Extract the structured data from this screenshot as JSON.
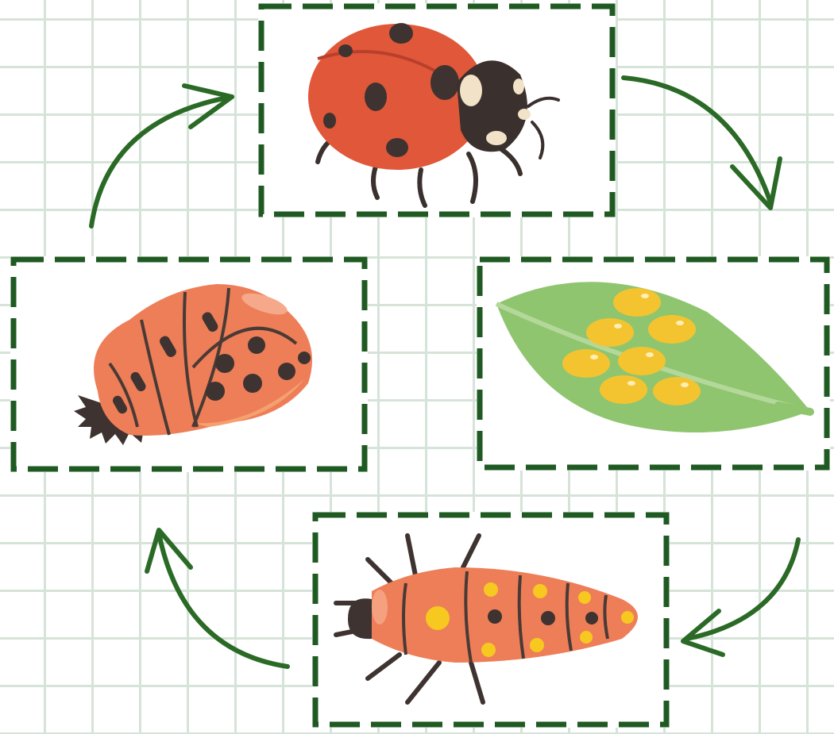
{
  "diagram": {
    "type": "life-cycle",
    "stages": [
      {
        "id": "adult",
        "icon": "ladybug-adult-icon"
      },
      {
        "id": "eggs",
        "icon": "egg-cluster-on-leaf-icon"
      },
      {
        "id": "larva",
        "icon": "ladybug-larva-icon"
      },
      {
        "id": "pupa",
        "icon": "ladybug-pupa-icon"
      }
    ],
    "cycle_order": [
      "adult",
      "eggs",
      "larva",
      "pupa",
      "adult"
    ],
    "colors": {
      "frame": "#1f5a22",
      "arrow": "#2a6a26",
      "grid": "#d6e3d8",
      "ladybug_shell": "#e0573a",
      "larva_body": "#ed7e58",
      "egg_yellow": "#f4c430",
      "leaf": "#8fc56f",
      "spots": "#3e3330"
    }
  }
}
